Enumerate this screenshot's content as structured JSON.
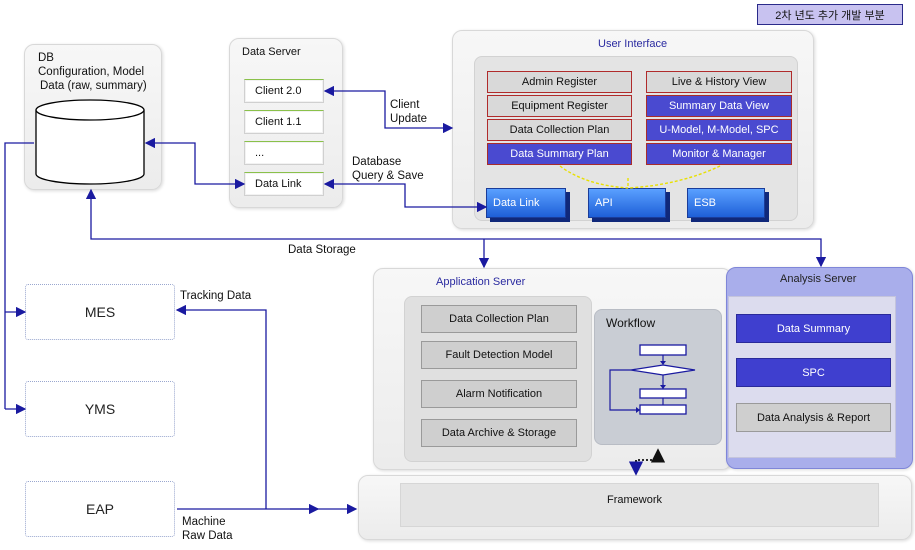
{
  "badge": "2차 년도 추가 개발 부분",
  "db": {
    "title_lines": [
      "DB",
      "Configuration, Model",
      "Data (raw, summary)"
    ]
  },
  "data_server": {
    "title": "Data Server",
    "items": [
      "Client 2.0",
      "Client 1.1",
      "...",
      "Data Link"
    ]
  },
  "user_interface": {
    "title": "User Interface",
    "left_buttons": [
      "Admin Register",
      "Equipment Register",
      "Data Collection Plan",
      "Data Summary  Plan"
    ],
    "right_buttons": [
      "Live & History View",
      "Summary Data View",
      "U-Model, M-Model, SPC",
      "Monitor & Manager"
    ],
    "modules": [
      "Data Link",
      "API",
      "ESB"
    ]
  },
  "arrow_labels": {
    "client_update": [
      "Client",
      "Update"
    ],
    "db_query": [
      "Database",
      "Query & Save"
    ],
    "data_storage": "Data Storage",
    "tracking_data": "Tracking Data",
    "machine_raw": [
      "Machine",
      "Raw Data"
    ]
  },
  "external_systems": [
    "MES",
    "YMS",
    "EAP"
  ],
  "application_server": {
    "title": "Application Server",
    "items": [
      "Data Collection Plan",
      "Fault Detection Model",
      "Alarm Notification",
      "Data Archive & Storage"
    ],
    "workflow_title": "Workflow"
  },
  "analysis_server": {
    "title": "Analysis Server",
    "items": [
      "Data Summary",
      "SPC",
      "Data Analysis & Report"
    ]
  },
  "framework": {
    "label": "Framework"
  },
  "colors": {
    "arrow": "#1a1aa0",
    "purple_btn": "#4a4ad0",
    "analysis_bg": "#aab0ee",
    "dashed_yellow": "#e8e000"
  }
}
